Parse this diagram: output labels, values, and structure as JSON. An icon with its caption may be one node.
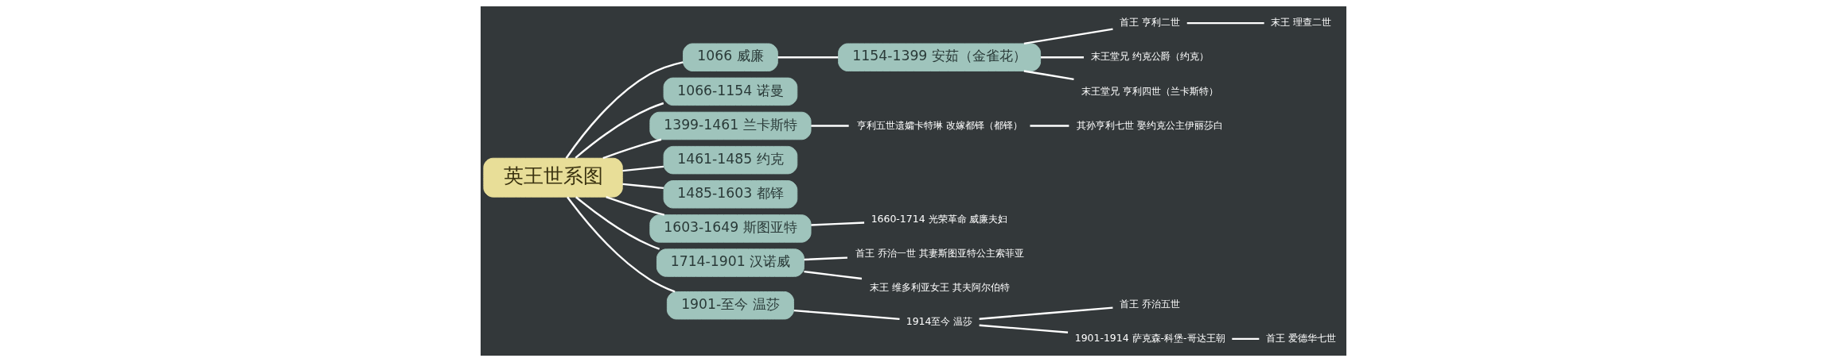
{
  "diagram": {
    "nodes": [
      {
        "text": [
          "英王世系图"
        ]
      },
      {
        "text": [
          "1066 威廉"
        ]
      },
      {
        "text": [
          "1066-1154 诺曼"
        ]
      },
      {
        "text": [
          "1154-1399 安茹（金雀花）"
        ]
      },
      {
        "text": [
          "首王 亨利二世"
        ]
      },
      {
        "text": [
          "末王 理查二世"
        ]
      },
      {
        "text": [
          "末王堂兄 约克公爵（约克）"
        ]
      },
      {
        "text": [
          "末王堂兄 亨利四世（兰卡斯特）"
        ]
      },
      {
        "text": [
          "1399-1461 兰卡斯特"
        ]
      },
      {
        "text": [
          "亨利五世遗孀卡特琳 改嫁都铎（都铎）"
        ]
      },
      {
        "text": [
          "其孙亨利七世 娶约克公主伊丽莎白"
        ]
      },
      {
        "text": [
          "1461-1485 约克"
        ]
      },
      {
        "text": [
          "1485-1603 都铎"
        ]
      },
      {
        "text": [
          "1603-1649 斯图亚特"
        ]
      },
      {
        "text": [
          "1660-1714 光荣革命 威廉夫妇"
        ]
      },
      {
        "text": [
          "1714-1901 汉诺威"
        ]
      },
      {
        "text": [
          "首王 乔治一世 其妻斯图亚特公主索菲亚"
        ]
      },
      {
        "text": [
          "末王 维多利亚女王 其夫阿尔伯特"
        ]
      },
      {
        "text": [
          "1901-至今 温莎"
        ]
      },
      {
        "text": [
          "1914至今 温莎"
        ]
      },
      {
        "text": [
          "首王 乔治五世"
        ]
      },
      {
        "text": [
          "1901-1914 萨克森-科堡-哥达王朝"
        ]
      },
      {
        "text": [
          "首王 爱德华七世"
        ]
      }
    ],
    "edges": [
      {
        "from": 0,
        "to": 1,
        "arrow": "none"
      },
      {
        "from": 0,
        "to": 2,
        "arrow": "none"
      },
      {
        "from": 1,
        "to": 3,
        "arrow": "none"
      },
      {
        "from": 3,
        "to": 4,
        "arrow": "none"
      },
      {
        "from": 4,
        "to": 5,
        "arrow": "none"
      },
      {
        "from": 3,
        "to": 6,
        "arrow": "none"
      },
      {
        "from": 3,
        "to": 7,
        "arrow": "none"
      },
      {
        "from": 0,
        "to": 8,
        "arrow": "none"
      },
      {
        "from": 8,
        "to": 9,
        "arrow": "none"
      },
      {
        "from": 9,
        "to": 10,
        "arrow": "none"
      },
      {
        "from": 0,
        "to": 11,
        "arrow": "none"
      },
      {
        "from": 0,
        "to": 12,
        "arrow": "none"
      },
      {
        "from": 0,
        "to": 13,
        "arrow": "none"
      },
      {
        "from": 13,
        "to": 14,
        "arrow": "none"
      },
      {
        "from": 0,
        "to": 15,
        "arrow": "none"
      },
      {
        "from": 15,
        "to": 16,
        "arrow": "none"
      },
      {
        "from": 15,
        "to": 17,
        "arrow": "none"
      },
      {
        "from": 0,
        "to": 18,
        "arrow": "none"
      },
      {
        "from": 18,
        "to": 19,
        "arrow": "none"
      },
      {
        "from": 19,
        "to": 20,
        "arrow": "none"
      },
      {
        "from": 19,
        "to": 21,
        "arrow": "none"
      },
      {
        "from": 21,
        "to": 22,
        "arrow": "none"
      }
    ]
  }
}
